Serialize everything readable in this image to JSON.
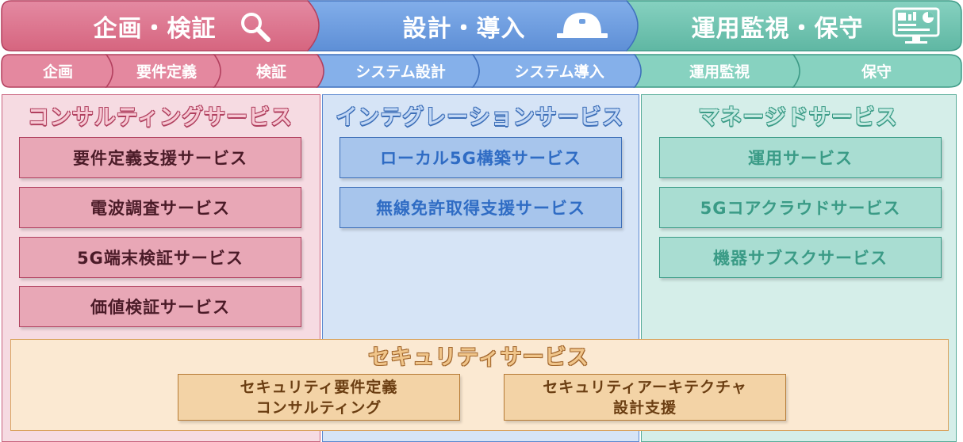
{
  "phases": [
    {
      "label": "企画・検証",
      "icon": "magnifier-icon",
      "color": "#dc7490"
    },
    {
      "label": "設計・導入",
      "icon": "hardhat-icon",
      "color": "#6f9fe0"
    },
    {
      "label": "運用監視・保守",
      "icon": "monitor-dashboard-icon",
      "color": "#72c5b2"
    }
  ],
  "substeps": [
    {
      "label": "企画"
    },
    {
      "label": "要件定義"
    },
    {
      "label": "検証"
    },
    {
      "label": "システム設計"
    },
    {
      "label": "システム導入"
    },
    {
      "label": "運用監視"
    },
    {
      "label": "保守"
    }
  ],
  "consulting": {
    "title": "コンサルティングサービス",
    "services": [
      "要件定義支援サービス",
      "電波調査サービス",
      "5G端末検証サービス",
      "価値検証サービス"
    ]
  },
  "integration": {
    "title": "インテグレーションサービス",
    "services": [
      "ローカル5G構築サービス",
      "無線免許取得支援サービス"
    ]
  },
  "managed": {
    "title": "マネージドサービス",
    "services": [
      "運用サービス",
      "5Gコアクラウドサービス",
      "機器サブスクサービス"
    ]
  },
  "security": {
    "title": "セキュリティサービス",
    "boxes": [
      {
        "line1": "セキュリティ要件定義",
        "line2": "コンサルティング"
      },
      {
        "line1": "セキュリティアーキテクチャ",
        "line2": "設計支援"
      }
    ]
  }
}
